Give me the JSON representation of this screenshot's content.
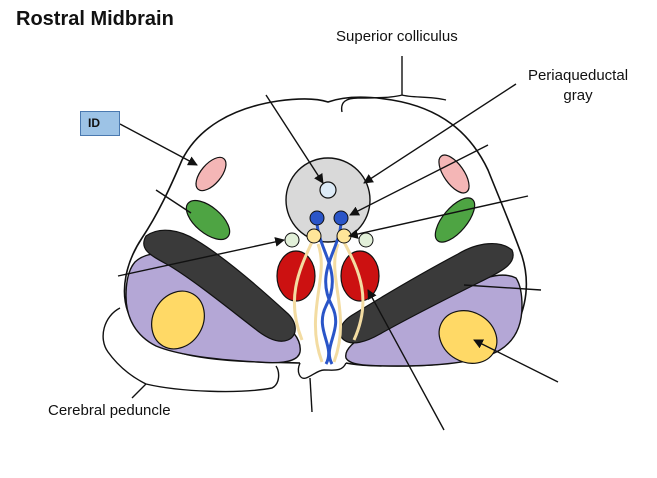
{
  "title": "Rostral Midbrain",
  "labels": {
    "superior_colliculus": "Superior colliculus",
    "periaqueductal_line1": "Periaqueductal",
    "periaqueductal_line2": "gray",
    "cerebral_peduncle": "Cerebral peduncle"
  },
  "id_box": "ID",
  "colors": {
    "outline": "#111111",
    "pag_fill": "#d9d9d9",
    "aqueduct": "#ddebf7",
    "pink_nucleus": "#f4b6b6",
    "green_nucleus": "#4ea443",
    "dark_band": "#3a3a3a",
    "purple_peduncle": "#b4a7d6",
    "yellow_nucleus": "#ffd966",
    "red_nucleus": "#cc1111",
    "blue_fibers": "#2a55c8",
    "cream_fibers": "#f3dca2",
    "pale_green_dots": "#e2f0d9",
    "id_box_fill": "#9dc3e6"
  }
}
